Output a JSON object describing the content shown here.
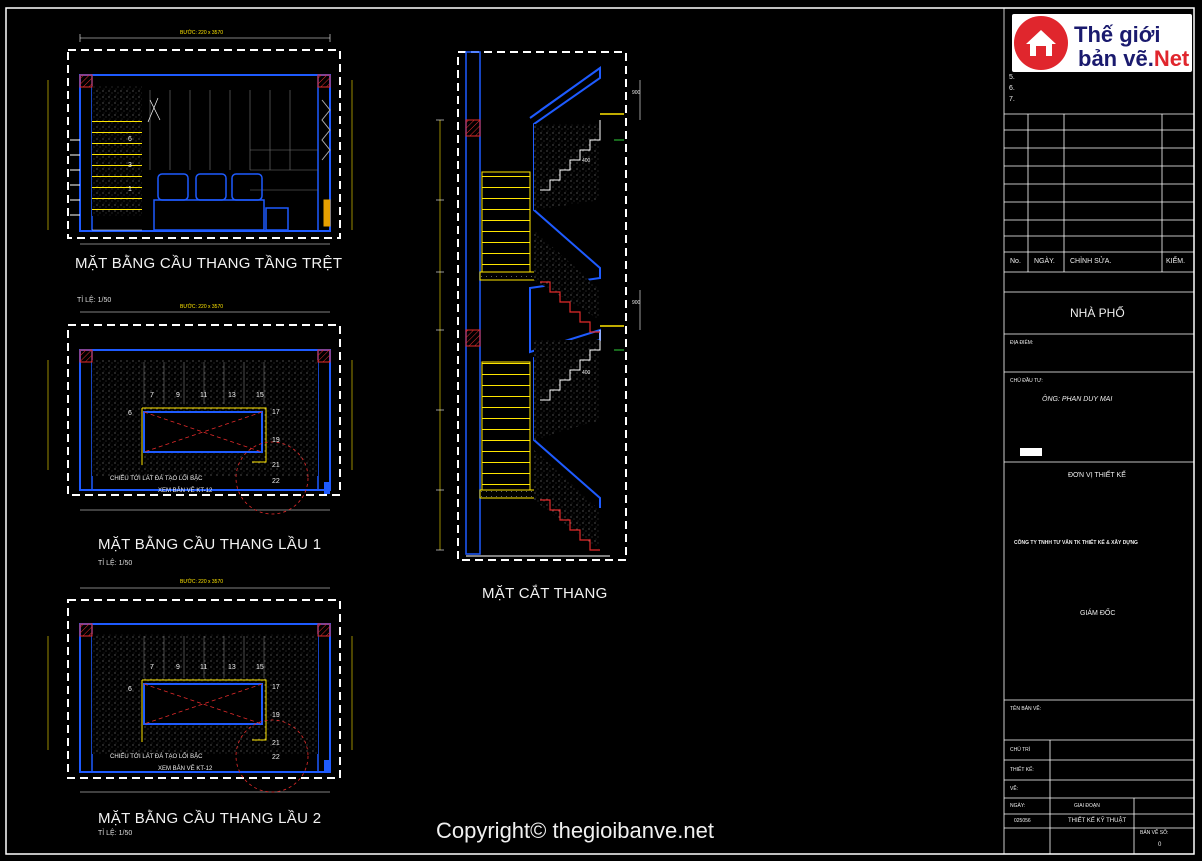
{
  "drawing": {
    "plan_titles": {
      "ground": "MẶT BẰNG CẦU THANG TẦNG TRỆT",
      "floor1": "MẶT BẰNG CẦU THANG LẦU 1",
      "floor2": "MẶT BẰNG CẦU THANG LẦU 2"
    },
    "scales": {
      "ground": "TỈ LỆ: 1/50",
      "floor1": "TỈ LỆ: 1/50",
      "floor2": "TỈ LỆ: 1/50"
    },
    "section_title": "MẶT CẮT THANG",
    "plan_notes": {
      "line1": "CHIẾU TỚI LÁT ĐÁ TẠO LỐI BẬC",
      "line2": "XEM BẢN VẼ KT-12"
    },
    "step_numbers_floor1": [
      "7",
      "9",
      "11",
      "13",
      "15",
      "17",
      "19",
      "21",
      "22",
      "6"
    ],
    "step_numbers_floor2": [
      "7",
      "9",
      "11",
      "13",
      "15",
      "17",
      "19",
      "21",
      "22",
      "6"
    ],
    "step_numbers_ground": [
      "6",
      "3",
      "1"
    ],
    "dimensions": {
      "top_overall": "BƯỚC: 220 x 3570",
      "section_top": "900",
      "section_mid": "900",
      "section_step": "400"
    }
  },
  "title_block": {
    "revision_list": [
      "5.",
      "6.",
      "7."
    ],
    "revision_headers": {
      "no": "No.",
      "date": "NGÀY.",
      "edit": "CHỈNH SỬA.",
      "check": "KIỂM."
    },
    "project_name": "NHÀ PHỐ",
    "location_label": "ĐỊA ĐIỂM:",
    "investor_label": "CHỦ ĐẦU TƯ:",
    "investor_name": "ÔNG: PHAN DUY MAI",
    "design_unit_label": "ĐƠN VỊ THIẾT KẾ",
    "company": "CÔNG TY TNHH TƯ VẤN TK THIẾT KẾ & XÂY DỰNG",
    "director": "GIÁM ĐỐC",
    "drawing_name_label": "TÊN BẢN VẼ:",
    "chu_tri": "CHỦ TRÌ",
    "thiet_ke": "THIẾT KẾ:",
    "ve": "VẼ:",
    "ngay": "NGÀY:",
    "giai_doan": "GIAI ĐOẠN",
    "code": "025056",
    "phase": "THIẾT KẾ KỸ THUẬT",
    "sheet_label": "BẢN VẼ SỐ:",
    "sheet_no": "0"
  },
  "logo": {
    "line1": "Thế giới",
    "line2a": "bản vẽ.",
    "line2b": "Net"
  },
  "watermark": "Copyright© thegioibanve.net",
  "colors": {
    "background": "#000000",
    "wall": "#1e5bff",
    "stair_yellow": "#ffe600",
    "column_red": "#e32b2b",
    "dim_white": "#ffffff",
    "dashed": "#ffffff",
    "accent_green": "#2fcf3a",
    "logo_red": "#e0262d"
  }
}
